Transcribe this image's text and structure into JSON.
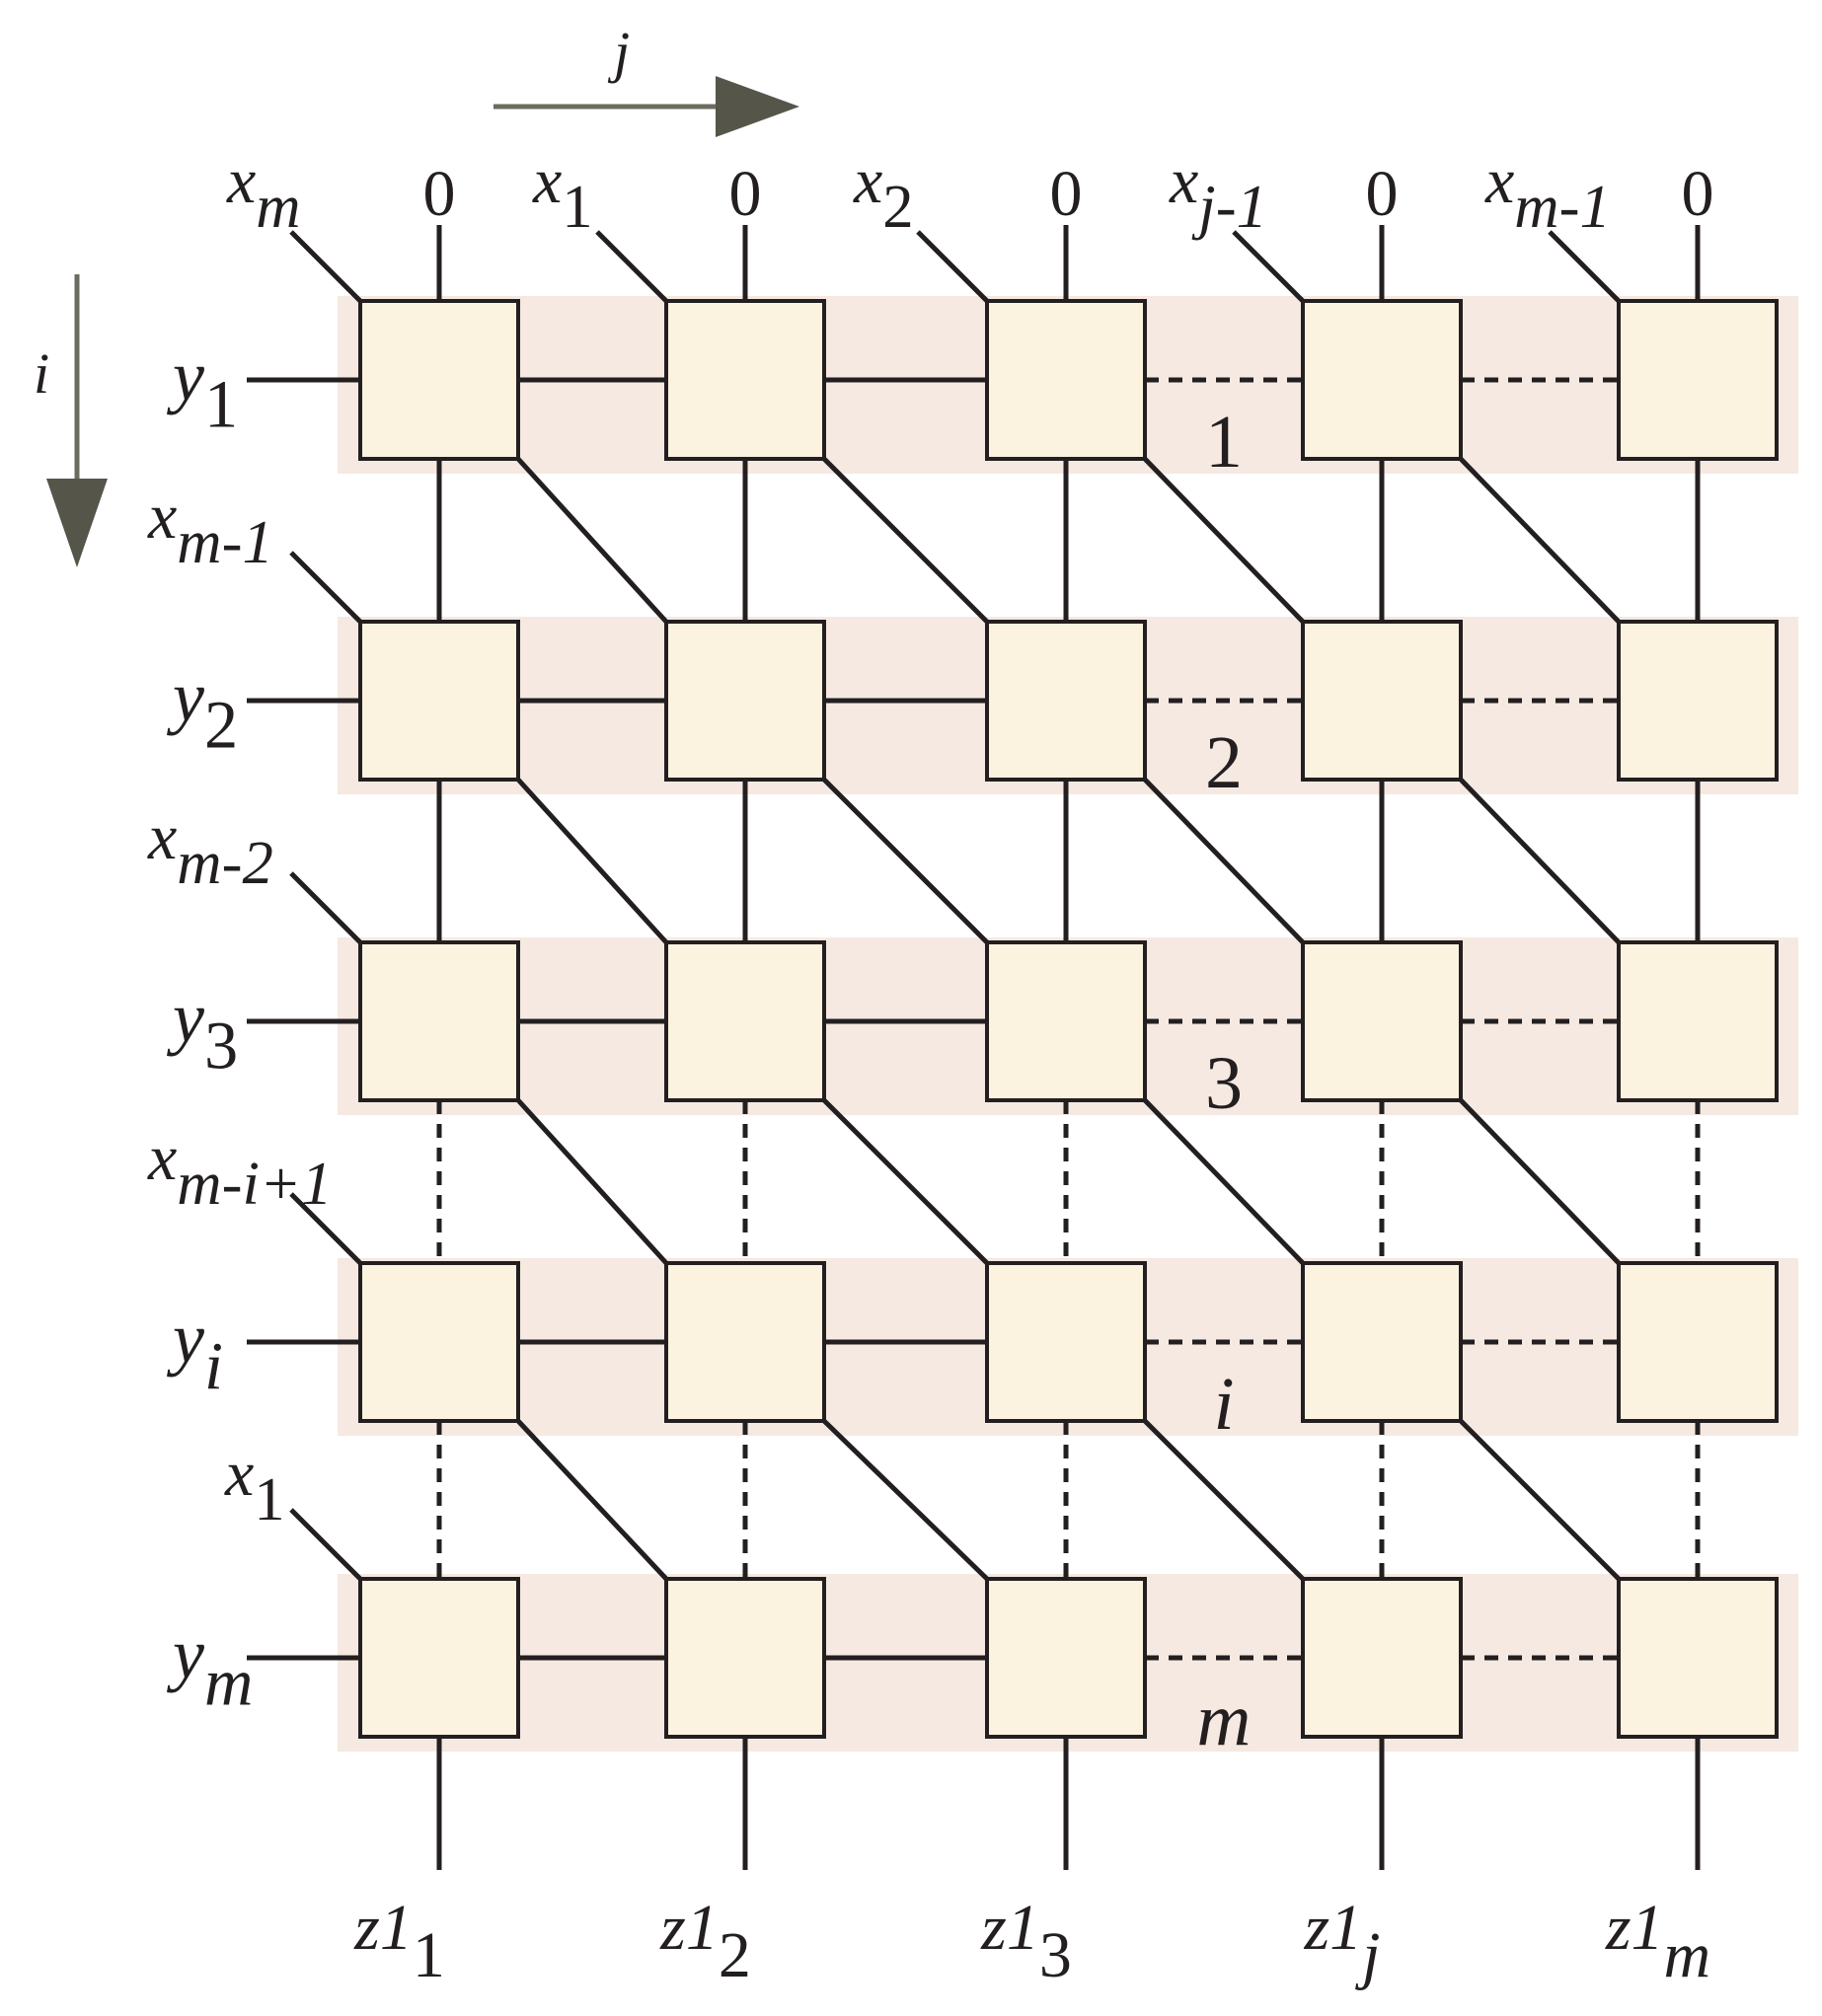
{
  "colors": {
    "band": "#f5e9e1",
    "cell": "#fbf3e0",
    "line": "#231f20",
    "arrow": "#55554a"
  },
  "axes": {
    "j": "j",
    "i": "i"
  },
  "top_zero": "0",
  "x_inputs": [
    {
      "base": "x",
      "sub": "m"
    },
    {
      "base": "x",
      "sub": "1"
    },
    {
      "base": "x",
      "sub": "2"
    },
    {
      "base": "x",
      "sub": "j-1"
    },
    {
      "base": "x",
      "sub": "m-1"
    }
  ],
  "left_x_inputs": [
    {
      "base": "x",
      "sub": "m-1"
    },
    {
      "base": "x",
      "sub": "m-2"
    },
    {
      "base": "x",
      "sub": "m-i+1"
    },
    {
      "base": "x",
      "sub": "1"
    }
  ],
  "y_inputs": [
    {
      "base": "y",
      "sub": "1"
    },
    {
      "base": "y",
      "sub": "2"
    },
    {
      "base": "y",
      "sub": "3"
    },
    {
      "base": "y",
      "sub": "i"
    },
    {
      "base": "y",
      "sub": "m"
    }
  ],
  "row_labels": [
    "1",
    "2",
    "3",
    "i",
    "m"
  ],
  "z_outputs": [
    {
      "base": "z1",
      "sub": "1"
    },
    {
      "base": "z1",
      "sub": "2"
    },
    {
      "base": "z1",
      "sub": "3"
    },
    {
      "base": "z1",
      "sub": "j"
    },
    {
      "base": "z1",
      "sub": "m"
    }
  ]
}
